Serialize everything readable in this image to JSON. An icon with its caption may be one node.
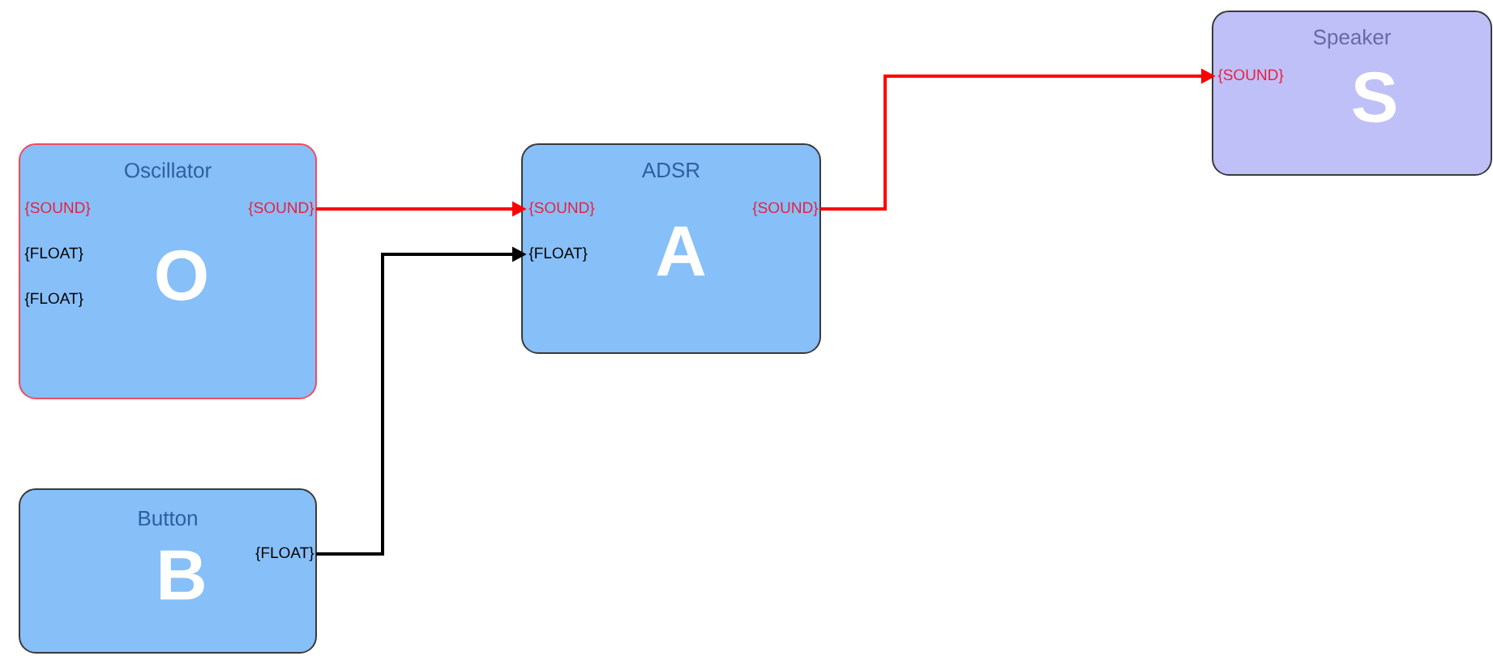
{
  "diagram": {
    "nodes": [
      {
        "text": [
          "Oscillator",
          "O"
        ]
      },
      {
        "text": [
          "{SOUND}"
        ],
        "in": 0
      },
      {
        "text": [
          "{SOUND}"
        ],
        "in": 0
      },
      {
        "text": [
          "{FLOAT}"
        ],
        "in": 0
      },
      {
        "text": [
          "{FLOAT}"
        ],
        "in": 0
      },
      {
        "text": [
          "ADSR",
          "A"
        ]
      },
      {
        "text": [
          "{SOUND}"
        ],
        "in": 5
      },
      {
        "text": [
          "{SOUND}"
        ],
        "in": 5
      },
      {
        "text": [
          "{FLOAT}"
        ],
        "in": 5
      },
      {
        "text": [
          "Speaker",
          "S"
        ]
      },
      {
        "text": [
          "{SOUND}"
        ],
        "in": 9
      },
      {
        "text": [
          "Button",
          "B"
        ]
      },
      {
        "text": [
          "{FLOAT}"
        ],
        "in": 11
      }
    ],
    "edges": [
      {
        "from": 2,
        "to": 6,
        "arrow": "to"
      },
      {
        "from": 12,
        "to": 8,
        "arrow": "to",
        "color": "#000000"
      },
      {
        "from": 7,
        "to": 10,
        "arrow": "to"
      }
    ]
  }
}
